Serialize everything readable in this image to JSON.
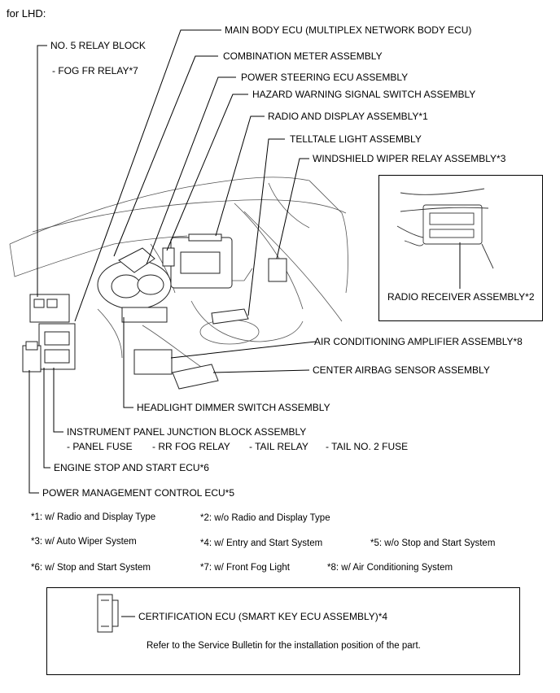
{
  "heading": "for LHD:",
  "labels": {
    "relay_block": "NO. 5 RELAY BLOCK",
    "fog_relay": "- FOG FR RELAY*7",
    "main_body_ecu": "MAIN BODY ECU (MULTIPLEX NETWORK BODY ECU)",
    "combination_meter": "COMBINATION METER ASSEMBLY",
    "power_steering_ecu": "POWER STEERING ECU ASSEMBLY",
    "hazard_switch": "HAZARD WARNING SIGNAL SWITCH ASSEMBLY",
    "radio_display": "RADIO AND DISPLAY ASSEMBLY*1",
    "telltale": "TELLTALE LIGHT ASSEMBLY",
    "wiper_relay": "WINDSHIELD WIPER RELAY ASSEMBLY*3",
    "radio_receiver": "RADIO RECEIVER ASSEMBLY*2",
    "ac_amplifier": "AIR CONDITIONING AMPLIFIER ASSEMBLY*8",
    "airbag_sensor": "CENTER AIRBAG SENSOR ASSEMBLY",
    "headlight_switch": "HEADLIGHT DIMMER SWITCH ASSEMBLY",
    "junction_block": "INSTRUMENT PANEL JUNCTION BLOCK ASSEMBLY",
    "panel_fuse": "- PANEL FUSE",
    "rr_fog_relay": "- RR FOG RELAY",
    "tail_relay": "- TAIL RELAY",
    "tail_fuse": "- TAIL NO. 2 FUSE",
    "engine_ecu": "ENGINE STOP AND START ECU*6",
    "power_mgmt_ecu": "POWER MANAGEMENT CONTROL ECU*5"
  },
  "footnotes": {
    "n1": "*1: w/ Radio and Display Type",
    "n2": "*2: w/o Radio and Display Type",
    "n3": "*3: w/ Auto Wiper System",
    "n4": "*4: w/ Entry and Start System",
    "n5": "*5: w/o Stop and Start System",
    "n6": "*6: w/ Stop and Start System",
    "n7": "*7: w/ Front Fog Light",
    "n8": "*8: w/ Air Conditioning System"
  },
  "bottom_box": {
    "label": "CERTIFICATION ECU (SMART KEY ECU ASSEMBLY)*4",
    "note": "Refer to the Service Bulletin for the installation position of the part."
  }
}
